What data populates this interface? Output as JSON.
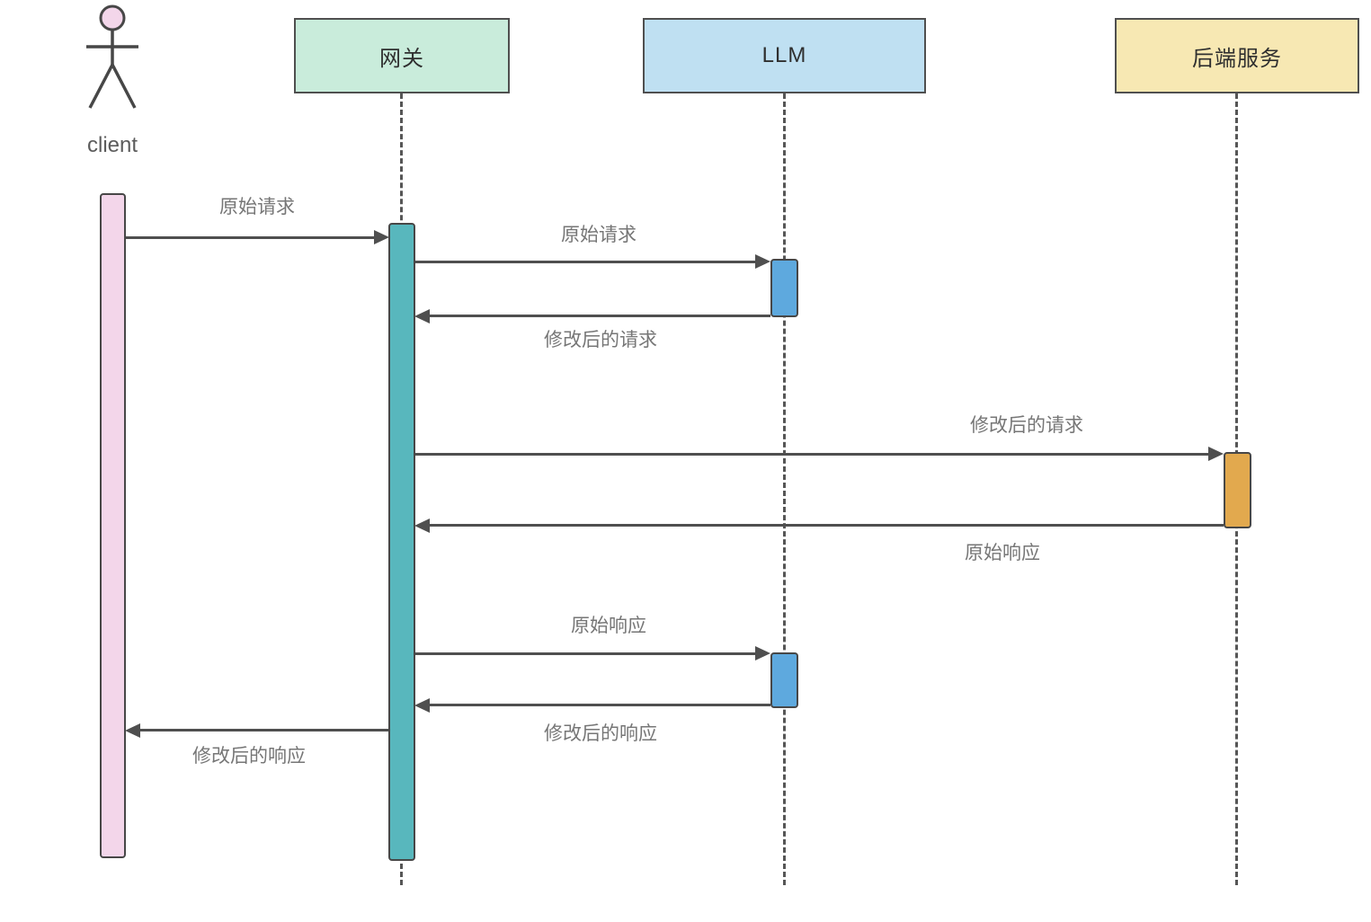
{
  "diagram": {
    "type": "sequence-diagram",
    "actor": {
      "label": "client"
    },
    "participants": [
      {
        "id": "gateway",
        "label": "网关",
        "fill": "#c9ecdb",
        "border": "#4f4f4f"
      },
      {
        "id": "llm",
        "label": "LLM",
        "fill": "#bfe0f2",
        "border": "#4f4f4f"
      },
      {
        "id": "backend",
        "label": "后端服务",
        "fill": "#f7e8b3",
        "border": "#4f4f4f"
      }
    ],
    "activations": [
      {
        "participant": "client",
        "color": "#f3d6ea"
      },
      {
        "participant": "gateway",
        "color": "#58b7bd"
      },
      {
        "participant": "llm",
        "color": "#5ea9de"
      },
      {
        "participant": "backend",
        "color": "#e2a94e"
      },
      {
        "participant": "llm",
        "color": "#5ea9de"
      }
    ],
    "messages": [
      {
        "from": "client",
        "to": "gateway",
        "label": "原始请求"
      },
      {
        "from": "gateway",
        "to": "llm",
        "label": "原始请求"
      },
      {
        "from": "llm",
        "to": "gateway",
        "label": "修改后的请求"
      },
      {
        "from": "gateway",
        "to": "backend",
        "label": "修改后的请求"
      },
      {
        "from": "backend",
        "to": "gateway",
        "label": "原始响应"
      },
      {
        "from": "gateway",
        "to": "llm",
        "label": "原始响应"
      },
      {
        "from": "llm",
        "to": "gateway",
        "label": "修改后的响应"
      },
      {
        "from": "gateway",
        "to": "client",
        "label": "修改后的响应"
      }
    ],
    "colors": {
      "arrow": "#4f4f4f",
      "lifeline": "#565656",
      "message_text": "#767676",
      "participant_text": "#2f2f2f"
    }
  }
}
